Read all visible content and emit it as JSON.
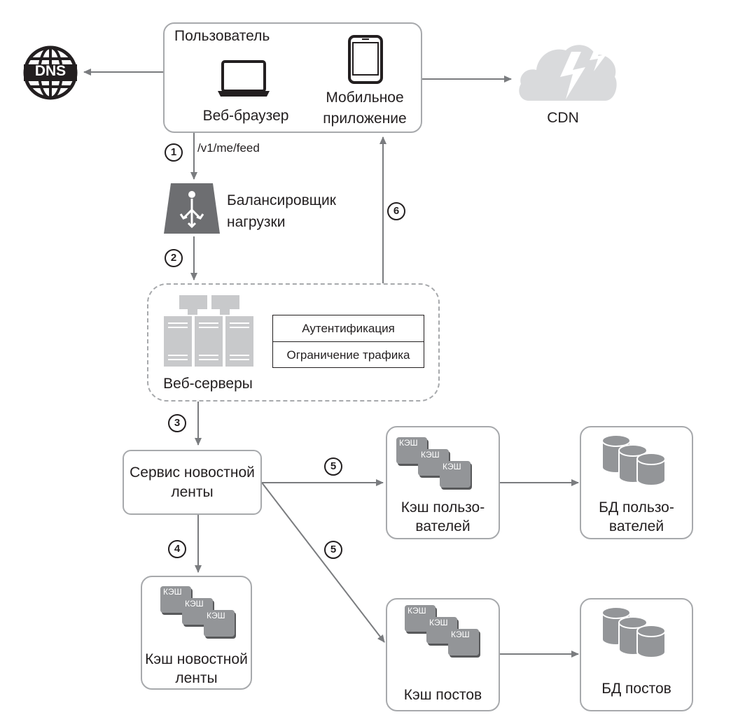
{
  "user": {
    "title": "Пользователь",
    "browser": "Веб-браузер",
    "mobile_line1": "Мобильное",
    "mobile_line2": "приложение"
  },
  "dns": {
    "label": "DNS"
  },
  "cdn": {
    "label": "CDN"
  },
  "request": {
    "path": "/v1/me/feed"
  },
  "load_balancer": {
    "line1": "Балансировщик",
    "line2": "нагрузки"
  },
  "web_servers": {
    "label": "Веб-серверы",
    "auth": "Аутентификация",
    "rate_limit": "Ограничение трафика"
  },
  "feed_service": {
    "line1": "Сервис новостной",
    "line2": "ленты"
  },
  "cache_tile_label": "КЭШ",
  "feed_cache": {
    "line1": "Кэш новостной",
    "line2": "ленты"
  },
  "user_cache": {
    "line1": "Кэш пользо-",
    "line2": "вателей"
  },
  "user_db": {
    "line1": "БД пользо-",
    "line2": "вателей"
  },
  "post_cache": {
    "label": "Кэш постов"
  },
  "post_db": {
    "label": "БД постов"
  },
  "steps": {
    "s1": "1",
    "s2": "2",
    "s3": "3",
    "s4": "4",
    "s5a": "5",
    "s5b": "5",
    "s6": "6"
  },
  "colors": {
    "line": "#7a7c7f",
    "icon_gray": "#939598",
    "icon_dark": "#231f20",
    "cloud": "#d9dadc",
    "server": "#c8c9cb"
  }
}
